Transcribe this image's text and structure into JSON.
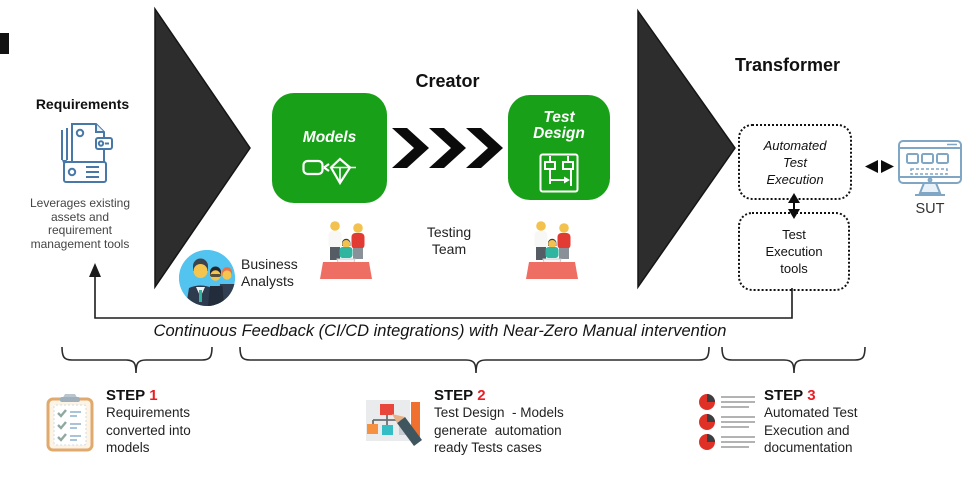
{
  "headings": {
    "requirements": "Requirements",
    "creator": "Creator",
    "transformer": "Transformer"
  },
  "requirements_caption_lines": [
    "Leverages existing",
    "assets and",
    "requirement",
    "management tools"
  ],
  "boxes": {
    "models": "Models",
    "test_design": "Test Design"
  },
  "labels": {
    "business_analysts": "Business Analysts",
    "testing_team": "Testing Team",
    "sut": "SUT"
  },
  "dotted_boxes": {
    "automated_test_execution": "Automated Test Execution",
    "test_execution_tools": "Test Execution tools"
  },
  "feedback_text": "Continuous Feedback (CI/CD integrations) with Near-Zero Manual intervention",
  "steps": [
    {
      "label": "STEP",
      "num": "1",
      "lines": [
        "Requirements",
        "converted into",
        "models"
      ]
    },
    {
      "label": "STEP",
      "num": "2",
      "lines": [
        "Test Design  - Models",
        "generate  automation",
        "ready Tests cases"
      ]
    },
    {
      "label": "STEP",
      "num": "3",
      "lines": [
        "Automated Test",
        "Execution and",
        "documentation"
      ]
    }
  ],
  "colors": {
    "green": "#18A018",
    "step_number_red": "#EC1C24",
    "triangle_dark": "#2D2D2D",
    "requirements_icon_blue": "#4878A8",
    "sut_icon_blue": "#7FA6C4"
  },
  "icons": {
    "requirements": "document-pencil-icon",
    "models": "vector-pen-icon",
    "test_design": "test-board-icon",
    "flow": "chevron-flow-icon",
    "sut": "monitor-icon",
    "step1": "checklist-clipboard-icon",
    "step2": "flowchart-pencil-icon",
    "step3": "pie-report-icon"
  }
}
